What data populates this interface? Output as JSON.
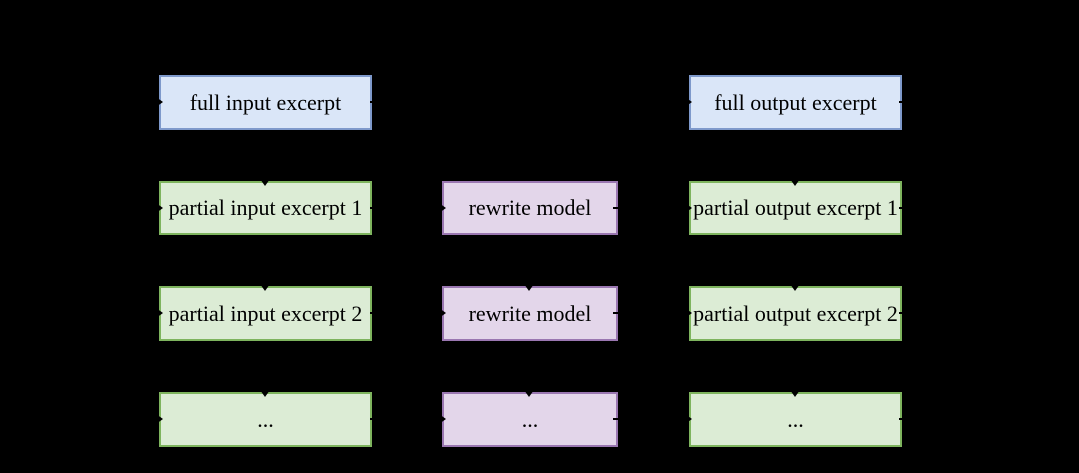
{
  "canvas": {
    "background": "#000000"
  },
  "palette": {
    "blue_fill": "#dae6f8",
    "blue_border": "#7e99cb",
    "green_fill": "#dcecd5",
    "green_border": "#7eb45e",
    "purple_fill": "#e3d6ea",
    "purple_border": "#9a77b1",
    "text_color": "#000000",
    "arrow_color": "#000000"
  },
  "diagram": {
    "boxes": {
      "full_input": "full input excerpt",
      "full_output": "full output excerpt",
      "partial_input_1": "partial input excerpt 1",
      "rewrite_model_1": "rewrite model",
      "partial_output_1": "partial output excerpt 1",
      "partial_input_2": "partial input excerpt 2",
      "rewrite_model_2": "rewrite model",
      "partial_output_2": "partial output excerpt 2",
      "partial_input_more": "...",
      "rewrite_model_more": "...",
      "partial_output_more": "..."
    }
  }
}
